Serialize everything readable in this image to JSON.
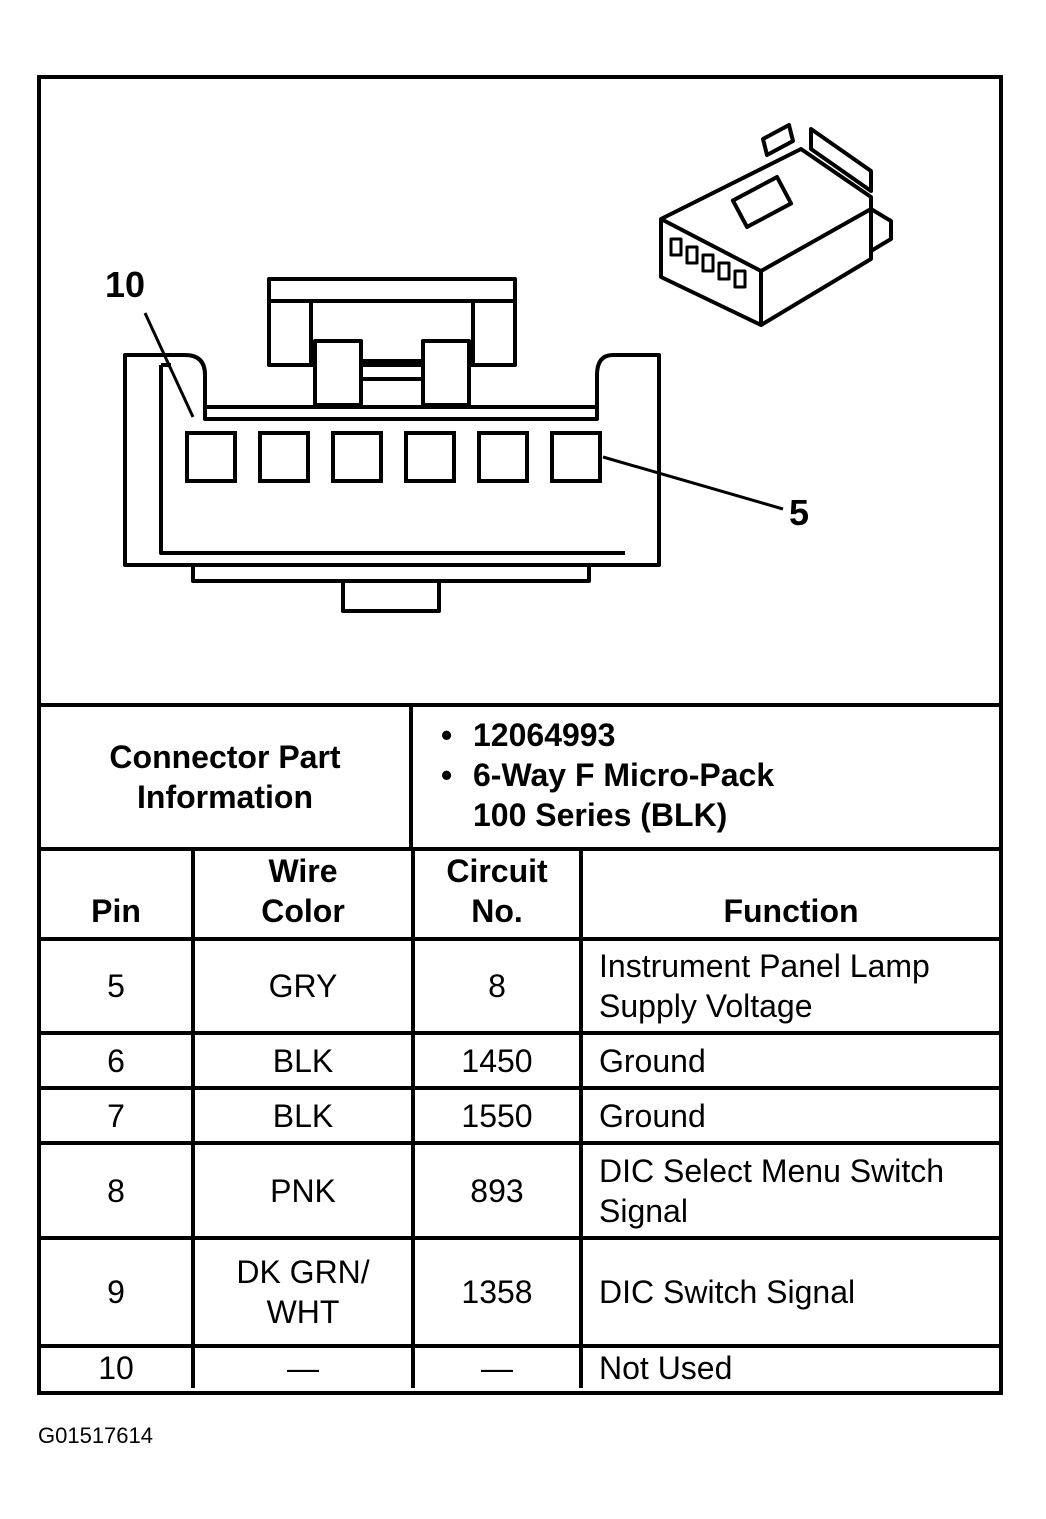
{
  "diagram": {
    "callout_top_left": "10",
    "callout_right": "5",
    "cavity_count": 6
  },
  "connector_info": {
    "label": "Connector Part\nInformation",
    "items": [
      "12064993",
      "6-Way F Micro-Pack\n100 Series (BLK)"
    ]
  },
  "table": {
    "headers": [
      "Pin",
      "Wire\nColor",
      "Circuit\nNo.",
      "Function"
    ],
    "rows": [
      {
        "pin": "5",
        "color": "GRY",
        "circuit": "8",
        "function": "Instrument Panel Lamp\nSupply Voltage"
      },
      {
        "pin": "6",
        "color": "BLK",
        "circuit": "1450",
        "function": "Ground"
      },
      {
        "pin": "7",
        "color": "BLK",
        "circuit": "1550",
        "function": "Ground"
      },
      {
        "pin": "8",
        "color": "PNK",
        "circuit": "893",
        "function": "DIC Select Menu Switch\nSignal"
      },
      {
        "pin": "9",
        "color": "DK GRN/\nWHT",
        "circuit": "1358",
        "function": "DIC Switch Signal"
      },
      {
        "pin": "10",
        "color": "—",
        "circuit": "—",
        "function": "Not Used"
      }
    ]
  },
  "figure_id": "G01517614"
}
